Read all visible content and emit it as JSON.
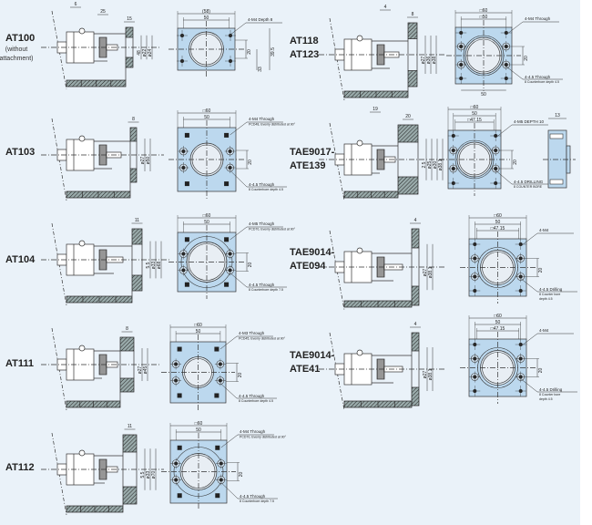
{
  "title": "Attachment dimension drawings",
  "colors": {
    "background": "#eaf2f9",
    "plate": "#bcd8ee",
    "line": "#333333"
  },
  "entries": [
    {
      "label": [
        "AT100"
      ],
      "sublabel": [
        "(without",
        "attachment)"
      ],
      "side_dims": [
        "15",
        "25",
        "6",
        "48",
        "ø22",
        "ø24"
      ],
      "front": {
        "outer": "(58)",
        "inner": "50",
        "extra": "",
        "right": "20",
        "right2": "33",
        "right3": "39.5",
        "note1": [
          "4-M4 Depth 8"
        ],
        "note2": []
      }
    },
    {
      "label": [
        "AT103"
      ],
      "sublabel": [],
      "side_dims": [
        "8",
        "ø27",
        "ø50"
      ],
      "front": {
        "outer": "□60",
        "inner": "50",
        "extra": "",
        "right": "20",
        "right2": "",
        "right3": "",
        "note1": [
          "4-M4 Through",
          "PCD48, Evenly distributed at 90°"
        ],
        "note2": [
          "4-4.5 Through",
          "8 Counterbore depth 4.5"
        ]
      }
    },
    {
      "label": [
        "AT104"
      ],
      "sublabel": [],
      "side_dims": [
        "11",
        "5.5",
        "ø33",
        "ø68"
      ],
      "front": {
        "outer": "□60",
        "inner": "50",
        "extra": "",
        "right": "20",
        "right2": "",
        "right3": "",
        "note1": [
          "4-M5 Through",
          "PCD70, Evenly distributed at 90°"
        ],
        "note2": [
          "4-4.5 Through",
          "8 Counterbore depth 7.5"
        ]
      }
    },
    {
      "label": [
        "AT111"
      ],
      "sublabel": [],
      "side_dims": [
        "8",
        "ø27",
        "ø45"
      ],
      "front": {
        "outer": "□60",
        "inner": "50",
        "extra": "",
        "right": "20",
        "right2": "",
        "right3": "",
        "note1": [
          "4-M3 Through",
          "PCD45, Evenly distributed at 90°"
        ],
        "note2": [
          "4-4.5 Through",
          "8 Counterbore depth 4.5"
        ]
      }
    },
    {
      "label": [
        "AT112"
      ],
      "sublabel": [],
      "side_dims": [
        "11",
        "5.5",
        "ø33",
        "ø70"
      ],
      "front": {
        "outer": "□60",
        "inner": "50",
        "extra": "",
        "right": "20",
        "right2": "",
        "right3": "",
        "note1": [
          "4-M4 Through",
          "PCD70, Evenly distributed at 90°"
        ],
        "note2": [
          "4-4.5 Through",
          "8 Counterbore depth 7.5"
        ]
      }
    },
    {
      "label": [
        "AT118",
        "AT123"
      ],
      "sublabel": [],
      "side_dims": [
        "8",
        "4",
        "ø27",
        "ø36",
        "ø38"
      ],
      "front": {
        "outer": "□60",
        "inner": "□50",
        "extra": "",
        "right": "20",
        "right2": "",
        "right3": "",
        "bottom": "50",
        "note1": [
          "4-M4 Through"
        ],
        "note2": [
          "4-4.5 Through",
          "8 Counterbore depth 4.5"
        ]
      }
    },
    {
      "label": [
        "TAE9017-",
        "ATE139"
      ],
      "sublabel": [],
      "side_dims": [
        "20",
        "19",
        "2.5",
        "ø25",
        "ø30",
        "ø38.1"
      ],
      "front": {
        "outer": "□60",
        "inner": "50",
        "extra": "□47.15",
        "right": "20",
        "right2": "",
        "right3": "",
        "note1": [
          "4-M5 DEPTH 10"
        ],
        "note2": [
          "4-4.5 DRILLING",
          "8 COUNTER BORE"
        ]
      },
      "end_view": {
        "dim": "13"
      }
    },
    {
      "label": [
        "TAE9014-",
        "ATE094"
      ],
      "sublabel": [],
      "side_dims": [
        "4",
        "ø27",
        "ø38.1"
      ],
      "front": {
        "outer": "□60",
        "inner": "50",
        "extra": "□47.15",
        "right": "20",
        "right2": "",
        "right3": "",
        "note1": [
          "4-M4"
        ],
        "note2": [
          "4-4.5 Drilling",
          "8 Counter bore",
          "depth 4.5"
        ]
      }
    },
    {
      "label": [
        "TAE9014-",
        "ATE41"
      ],
      "sublabel": [],
      "side_dims": [
        "4",
        "ø27",
        "ø38.1"
      ],
      "front": {
        "outer": "□60",
        "inner": "50",
        "extra": "□47.15",
        "right": "20",
        "right2": "",
        "right3": "",
        "note1": [
          "4-M4"
        ],
        "note2": [
          "4-4.5 Drilling",
          "8 Counter bore",
          "depth 4.5"
        ]
      }
    }
  ]
}
